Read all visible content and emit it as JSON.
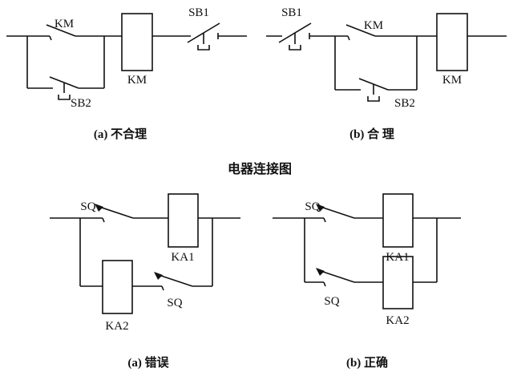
{
  "page_title": "电器连接图",
  "circuits": {
    "top_left": {
      "caption": "(a) 不合理",
      "labels": {
        "contact": "KM",
        "coil": "KM",
        "button_top": "SB1",
        "button_bottom": "SB2"
      }
    },
    "top_right": {
      "caption": "(b) 合 理",
      "labels": {
        "contact": "KM",
        "coil": "KM",
        "button_top": "SB1",
        "button_bottom": "SB2"
      }
    },
    "bottom_left": {
      "caption": "(a) 错误",
      "labels": {
        "switch_top": "SQ",
        "coil_top": "KA1",
        "switch_bottom": "SQ",
        "coil_bottom": "KA2"
      }
    },
    "bottom_right": {
      "caption": "(b) 正确",
      "labels": {
        "switch_top": "SQ",
        "coil_top": "KA1",
        "switch_bottom": "SQ",
        "coil_bottom": "KA2"
      }
    }
  }
}
